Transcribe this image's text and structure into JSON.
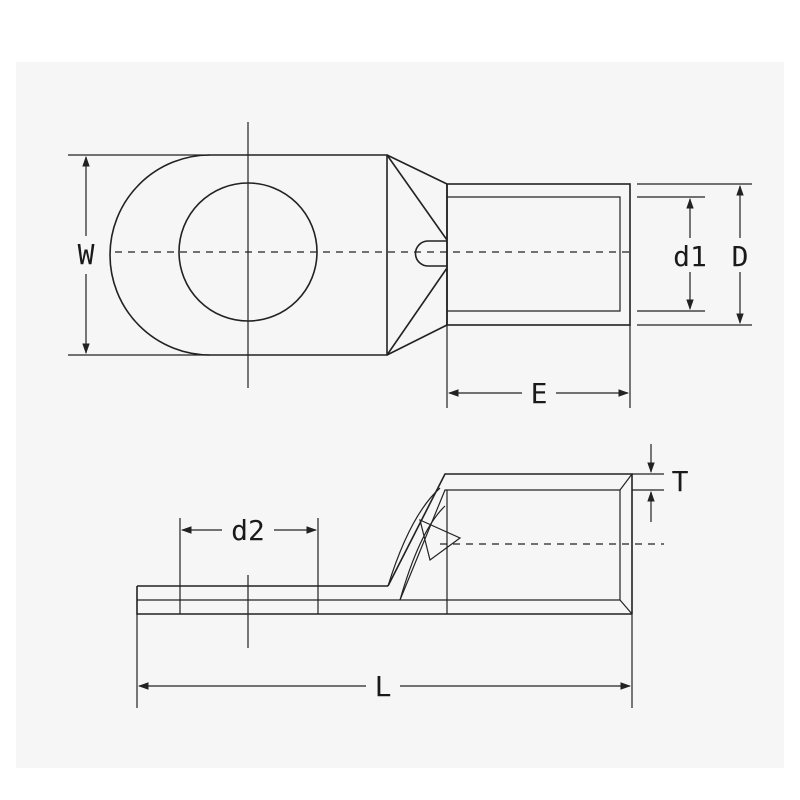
{
  "colors": {
    "background": "#ffffff",
    "panel": "#f6f6f6",
    "ink": "#222222"
  },
  "labels": {
    "W": "W",
    "d1": "d1",
    "D": "D",
    "E": "E",
    "T": "T",
    "d2": "d2",
    "L": "L"
  }
}
